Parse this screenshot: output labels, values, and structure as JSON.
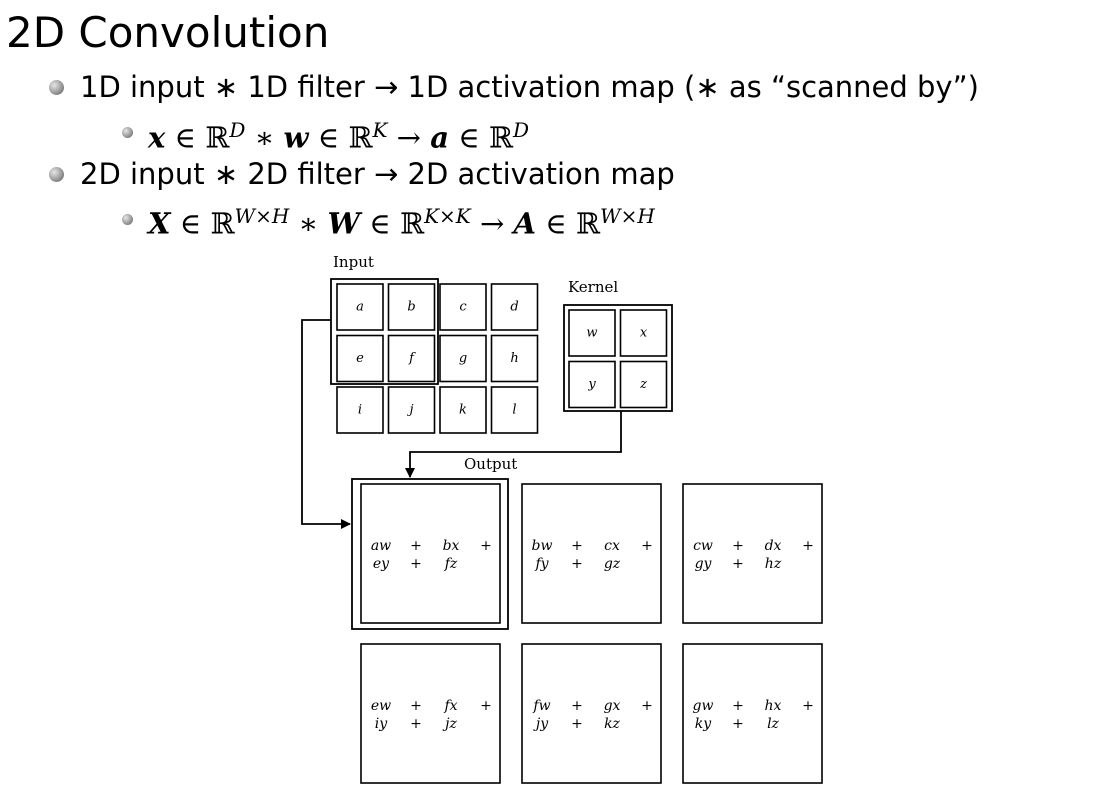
{
  "title": "2D Convolution",
  "bullets": {
    "b1": "1D input ∗ 1D filter → 1D activation map (∗ as “scanned by”)",
    "b1_math": "",
    "b2": "2D input ∗ 2D filter → 2D activation map",
    "b2_math": ""
  },
  "diagram": {
    "input_label": "Input",
    "kernel_label": "Kernel",
    "output_label": "Output",
    "input_cells": [
      "a",
      "b",
      "c",
      "d",
      "e",
      "f",
      "g",
      "h",
      "i",
      "j",
      "k",
      "l"
    ],
    "kernel_cells": [
      "w",
      "x",
      "y",
      "z"
    ],
    "output_cells": [
      {
        "t1": "aw",
        "t2": "bx",
        "t3": "ey",
        "t4": "fz"
      },
      {
        "t1": "bw",
        "t2": "cx",
        "t3": "fy",
        "t4": "gz"
      },
      {
        "t1": "cw",
        "t2": "dx",
        "t3": "gy",
        "t4": "hz"
      },
      {
        "t1": "ew",
        "t2": "fx",
        "t3": "iy",
        "t4": "jz"
      },
      {
        "t1": "fw",
        "t2": "gx",
        "t3": "jy",
        "t4": "kz"
      },
      {
        "t1": "gw",
        "t2": "hx",
        "t3": "ky",
        "t4": "lz"
      }
    ],
    "plus": "+"
  }
}
